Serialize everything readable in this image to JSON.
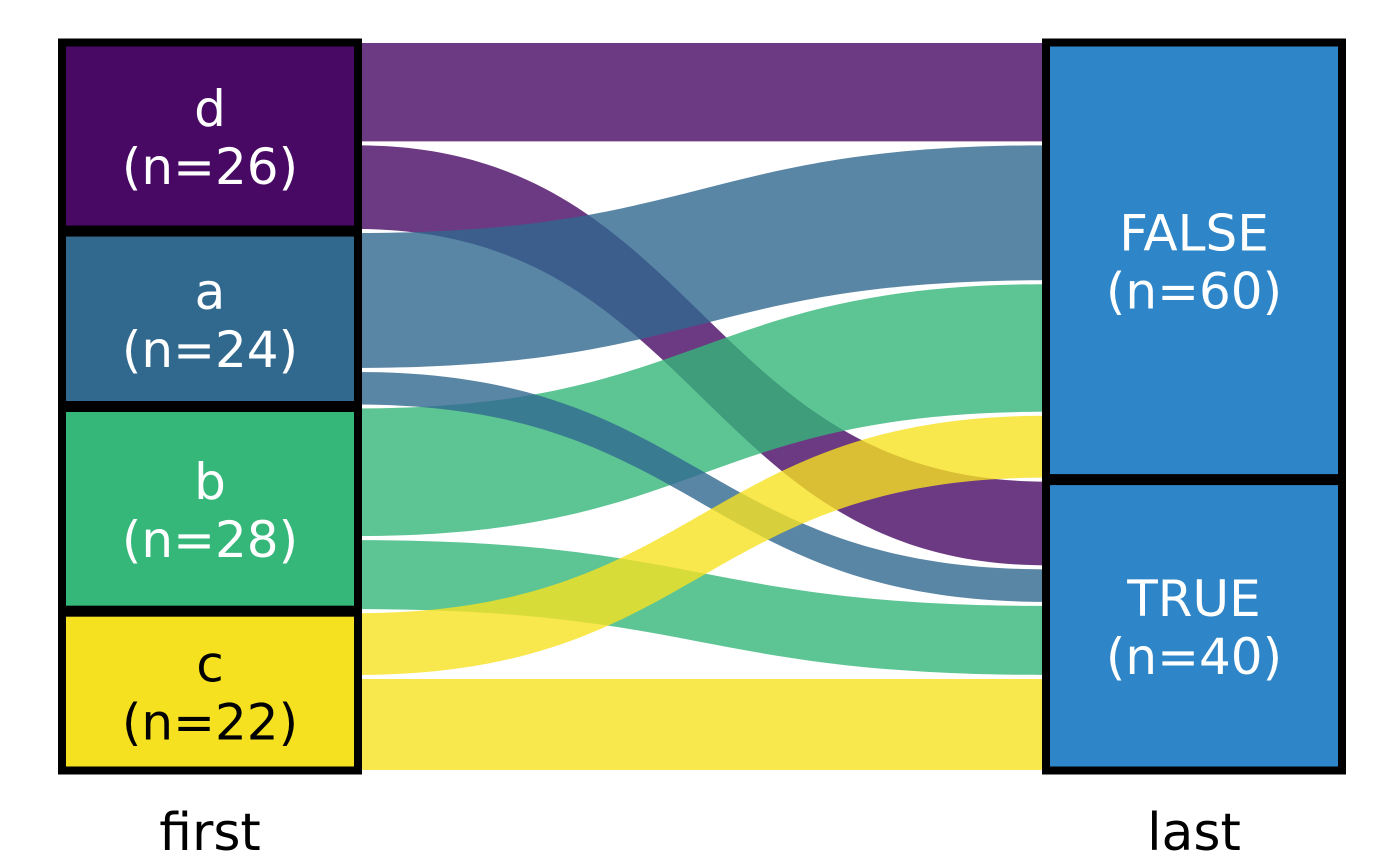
{
  "chart_data": {
    "type": "alluvial",
    "title": "",
    "axes": [
      {
        "id": "first",
        "label": "first"
      },
      {
        "id": "last",
        "label": "last"
      }
    ],
    "left_nodes": [
      {
        "id": "d",
        "line1": "d",
        "line2": "(n=26)",
        "n": 26,
        "color": "#470963",
        "text_color": "#ffffff"
      },
      {
        "id": "a",
        "line1": "a",
        "line2": "(n=24)",
        "n": 24,
        "color": "#31688e",
        "text_color": "#ffffff"
      },
      {
        "id": "b",
        "line1": "b",
        "line2": "(n=28)",
        "n": 28,
        "color": "#35b779",
        "text_color": "#ffffff"
      },
      {
        "id": "c",
        "line1": "c",
        "line2": "(n=22)",
        "n": 22,
        "color": "#f6e120",
        "text_color": "#000000"
      }
    ],
    "right_nodes": [
      {
        "id": "FALSE",
        "line1": "FALSE",
        "line2": "(n=60)",
        "n": 60,
        "color": "#2e86c8",
        "text_color": "#ffffff"
      },
      {
        "id": "TRUE",
        "line1": "TRUE",
        "line2": "(n=40)",
        "n": 40,
        "color": "#2e86c8",
        "text_color": "#ffffff"
      }
    ],
    "flows": [
      {
        "source": "d",
        "target": "FALSE",
        "value": 14,
        "color": "#470963"
      },
      {
        "source": "d",
        "target": "TRUE",
        "value": 12,
        "color": "#470963"
      },
      {
        "source": "a",
        "target": "FALSE",
        "value": 19,
        "color": "#31688e"
      },
      {
        "source": "a",
        "target": "TRUE",
        "value": 5,
        "color": "#31688e"
      },
      {
        "source": "b",
        "target": "FALSE",
        "value": 18,
        "color": "#35b779"
      },
      {
        "source": "b",
        "target": "TRUE",
        "value": 10,
        "color": "#35b779"
      },
      {
        "source": "c",
        "target": "FALSE",
        "value": 9,
        "color": "#f6e120"
      },
      {
        "source": "c",
        "target": "TRUE",
        "value": 13,
        "color": "#f6e120"
      }
    ],
    "draw_order": [
      "d-FALSE",
      "d-TRUE",
      "b-FALSE",
      "b-TRUE",
      "a-FALSE",
      "a-TRUE",
      "c-FALSE",
      "c-TRUE"
    ],
    "flow_opacity": 0.8,
    "node_border_color": "#000000",
    "background_color": "#ffffff"
  }
}
